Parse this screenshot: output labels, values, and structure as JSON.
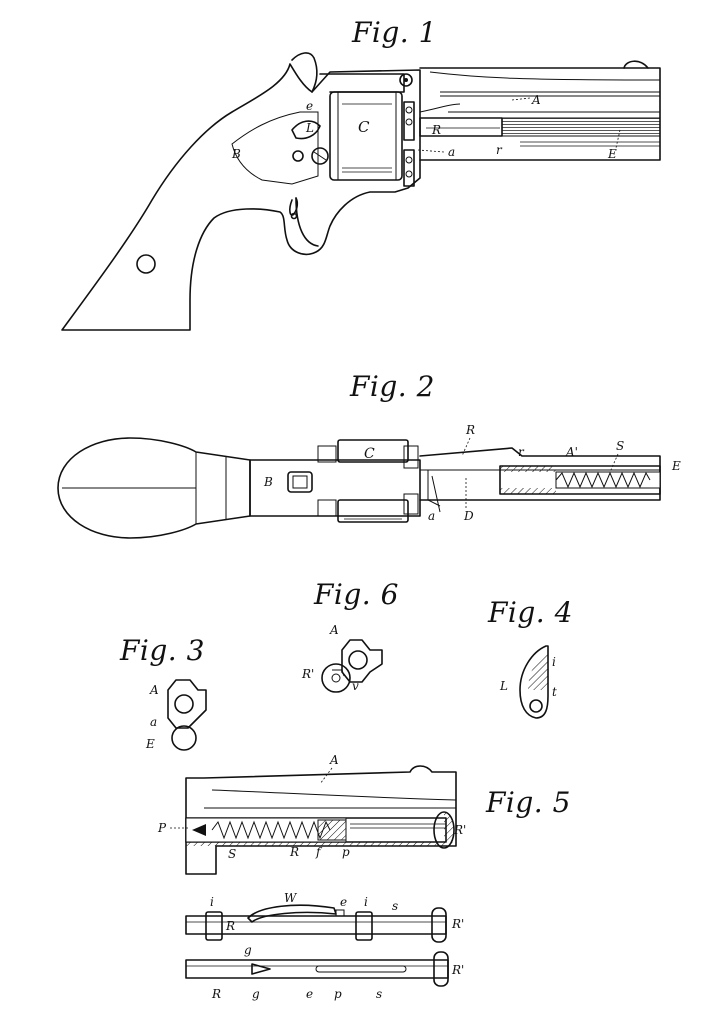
{
  "figures": {
    "fig1": {
      "title": "Fig. 1",
      "labels": {
        "A": "A",
        "B": "B",
        "C": "C",
        "E": "E",
        "R": "R",
        "r": "r",
        "a": "a",
        "e": "e",
        "L": "L"
      }
    },
    "fig2": {
      "title": "Fig. 2",
      "labels": {
        "R": "R",
        "r": "r",
        "A_prime": "A'",
        "S": "S",
        "E": "E",
        "C": "C",
        "B": "B",
        "a": "a",
        "D": "D"
      }
    },
    "fig3": {
      "title": "Fig. 3",
      "labels": {
        "A": "A",
        "a": "a",
        "E": "E"
      }
    },
    "fig4": {
      "title": "Fig. 4",
      "labels": {
        "i": "i",
        "L": "L",
        "t": "t"
      }
    },
    "fig5": {
      "title": "Fig. 5",
      "labels": {
        "A": "A",
        "P": "P",
        "R_prime": "R'",
        "S": "S",
        "R": "R",
        "f": "f",
        "p": "p",
        "i1": "i",
        "W": "W",
        "e1": "e",
        "i2": "i",
        "s1": "s",
        "R_prime2": "R'",
        "R2": "R",
        "g1": "g",
        "R_prime3": "R'",
        "R3": "R",
        "g2": "g",
        "e2": "e",
        "p2": "p",
        "s2": "s"
      }
    },
    "fig6": {
      "title": "Fig. 6",
      "labels": {
        "A": "A",
        "R_prime": "R'",
        "v": "v"
      }
    }
  }
}
